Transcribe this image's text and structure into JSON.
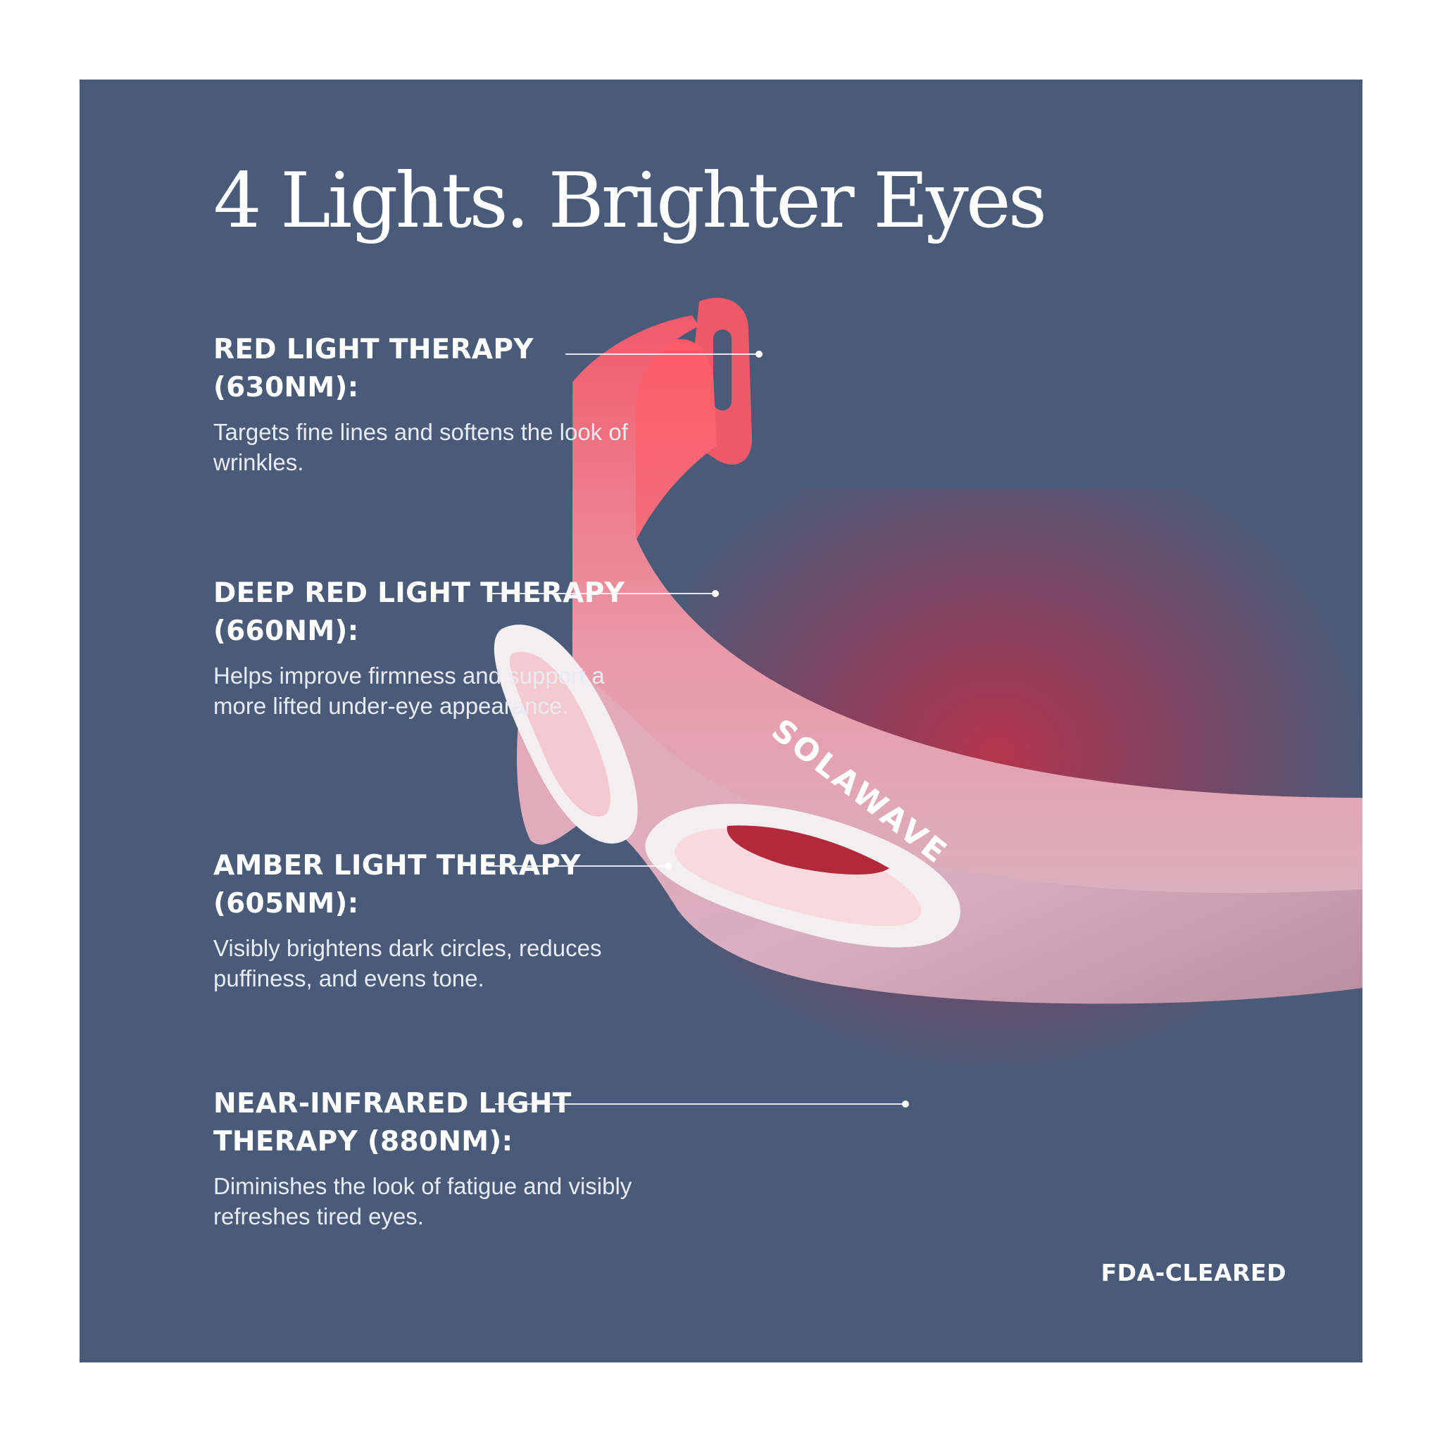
{
  "title": "4 Lights. Brighter Eyes",
  "brand": "SOLAWAVE",
  "badge": "FDA-CLEARED",
  "features": [
    {
      "heading": "RED LIGHT THERAPY (630NM):",
      "description": "Targets fine lines and softens the look of wrinkles."
    },
    {
      "heading": "DEEP RED LIGHT THERAPY (660NM):",
      "description": "Helps improve firmness and support a more lifted under-eye appearance."
    },
    {
      "heading": "AMBER LIGHT THERAPY (605NM):",
      "description": "Visibly brightens dark circles, reduces puffiness, and evens tone."
    },
    {
      "heading": "NEAR-INFRARED LIGHT THERAPY (880NM):",
      "description": "Diminishes the look of fatigue and visibly refreshes tired eyes."
    }
  ],
  "colors": {
    "background": "#4a5b7a",
    "mask": "#e96a78",
    "lens_rim": "#f3eef0",
    "text": "#ffffff"
  }
}
